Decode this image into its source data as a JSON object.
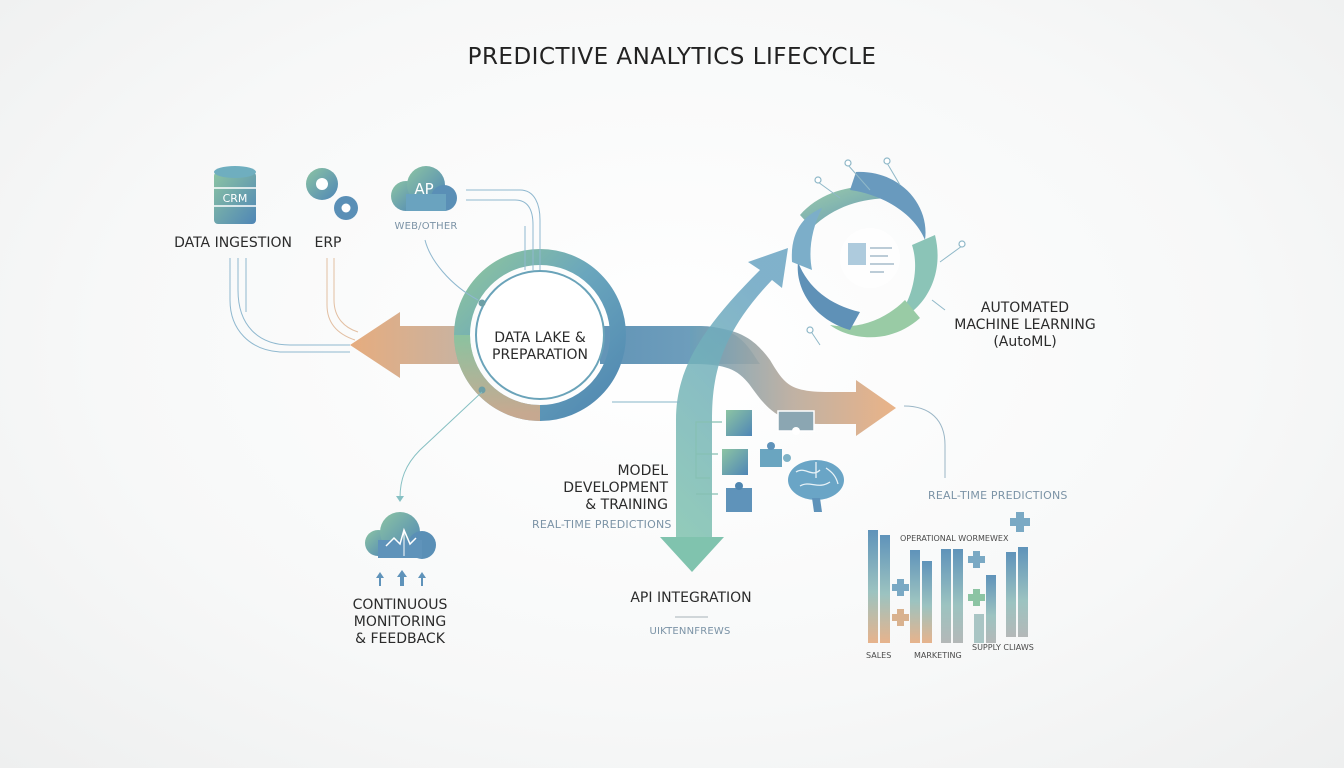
{
  "title": "PREDICTIVE ANALYTICS LIFECYCLE",
  "colors": {
    "blue": "#5b93b8",
    "teal": "#7fbfb0",
    "green": "#8fc69c",
    "orange": "#e6ac7e",
    "text": "#2a2a2a",
    "subtext": "#7b93a6"
  },
  "sources": {
    "crm": {
      "icon": "database-icon",
      "badge": "CRM"
    },
    "data_ingestion_label": "DATA INGESTION",
    "erp": {
      "icon": "gears-icon",
      "label": "ERP"
    },
    "web": {
      "icon": "cloud-icon",
      "badge": "AP",
      "label": "WEB/OTHER"
    }
  },
  "hub": {
    "line1": "DATA LAKE &",
    "line2": "PREPARATION"
  },
  "automl": {
    "line1": "AUTOMATED",
    "line2": "MACHINE LEARNING",
    "line3": "(AutoML)"
  },
  "model": {
    "line1": "MODEL",
    "line2": "DEVELOPMENT",
    "line3": "& TRAINING",
    "sub": "REAL-TIME PREDICTIONS"
  },
  "api": {
    "label": "API INTEGRATION",
    "sub": "UIKTENNFREWS"
  },
  "monitoring": {
    "line1": "CONTINUOUS",
    "line2": "MONITORING",
    "line3": "& FEEDBACK"
  },
  "predictions": {
    "label": "REAL-TIME PREDICTIONS",
    "chart_title": "OPERATIONAL WORMEWEX",
    "categories": [
      "SALES",
      "MARKETING",
      "SUPPLY CLIAWS"
    ]
  }
}
